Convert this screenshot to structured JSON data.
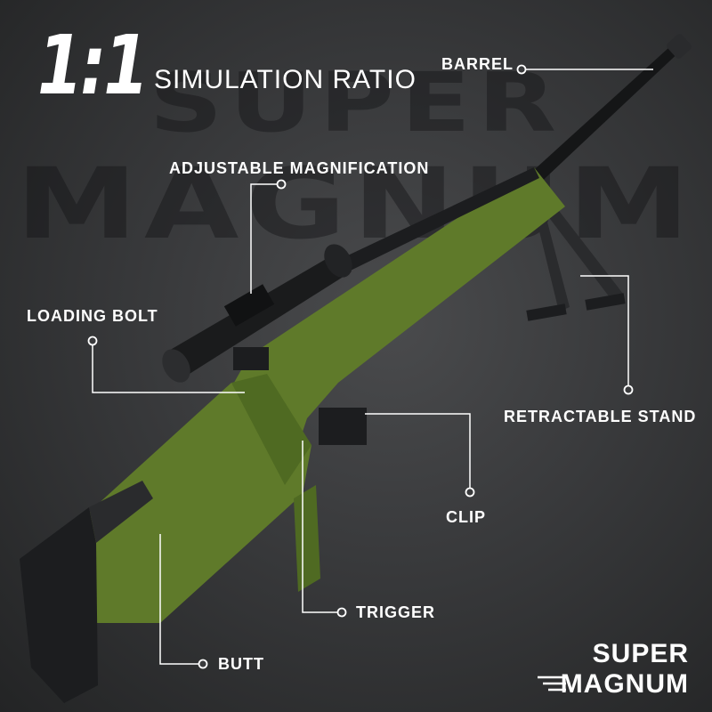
{
  "background": {
    "watermark_line_1": "SUPER",
    "watermark_line_2": "MAGNUM"
  },
  "header": {
    "ratio": "1:1",
    "ratio_caption": "SIMULATION RATIO"
  },
  "callouts": {
    "barrel": "BARREL",
    "magnification": "ADJUSTABLE MAGNIFICATION",
    "loading_bolt": "LOADING BOLT",
    "stand": "RETRACTABLE STAND",
    "clip": "CLIP",
    "trigger": "TRIGGER",
    "butt": "BUTT"
  },
  "brand": {
    "line_1": "SUPER",
    "line_2": "MAGNUM"
  },
  "colors": {
    "stock_green": "#5f7a2a",
    "brick_dark": "#1c1d1f",
    "callout_line": "#ffffff"
  }
}
